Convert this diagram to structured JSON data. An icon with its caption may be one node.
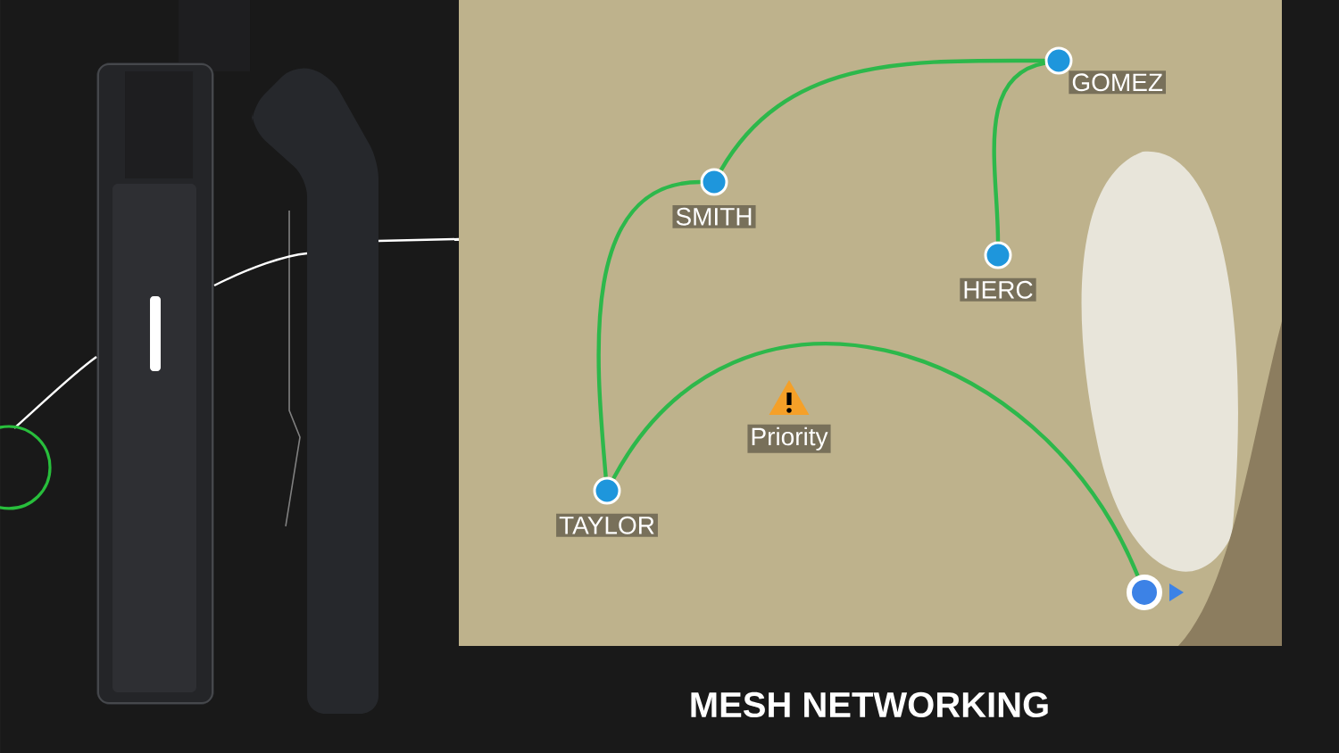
{
  "diagram": {
    "title": "MESH NETWORKING",
    "nodes": [
      {
        "text": [
          "GOMEZ"
        ]
      },
      {
        "text": [
          "SMITH"
        ]
      },
      {
        "text": [
          "HERC"
        ]
      },
      {
        "text": [
          "Priority"
        ]
      },
      {
        "text": [
          "TAYLOR"
        ]
      },
      {
        "text": [],
        "shape": "circle"
      }
    ],
    "edges": [
      {
        "from": 4,
        "to": 1,
        "arrow": "none"
      },
      {
        "from": 1,
        "to": 0,
        "arrow": "none"
      },
      {
        "from": 0,
        "to": 2,
        "arrow": "none"
      },
      {
        "from": 4,
        "to": 5,
        "arrow": "none"
      }
    ]
  }
}
